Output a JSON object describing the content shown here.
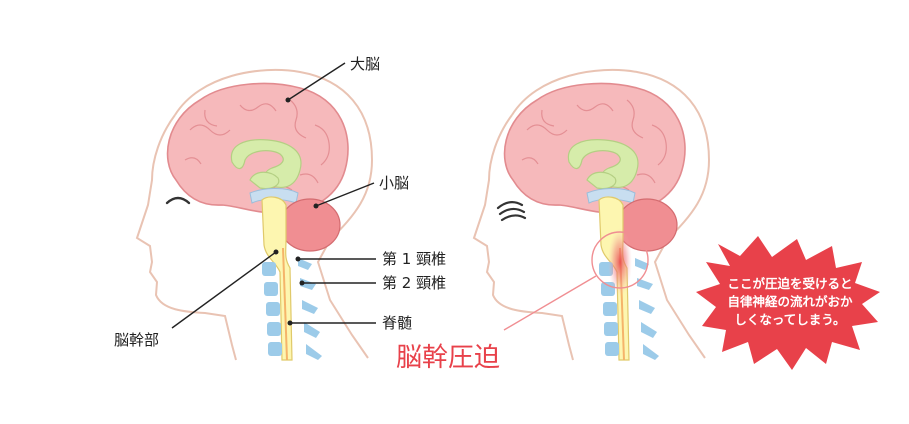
{
  "labels": {
    "cerebrum": "大脳",
    "cerebellum": "小脳",
    "c1": "第 1 頸椎",
    "c2": "第 2 頸椎",
    "spinal_cord": "脊髄",
    "brainstem": "脳幹部",
    "compression": "脳幹圧迫"
  },
  "callout": {
    "line1": "ここが圧迫を受けると",
    "line2": "自律神経の流れがおか",
    "line3": "しくなってしまう。"
  },
  "colors": {
    "brain": "#f6b9bb",
    "cerebellum": "#f08e92",
    "limbic": "#d6ecaa",
    "brainstem": "#fdf6b0",
    "vertebra": "#9ccbe9",
    "outline": "#e9c3b3",
    "alert": "#e8414a"
  }
}
